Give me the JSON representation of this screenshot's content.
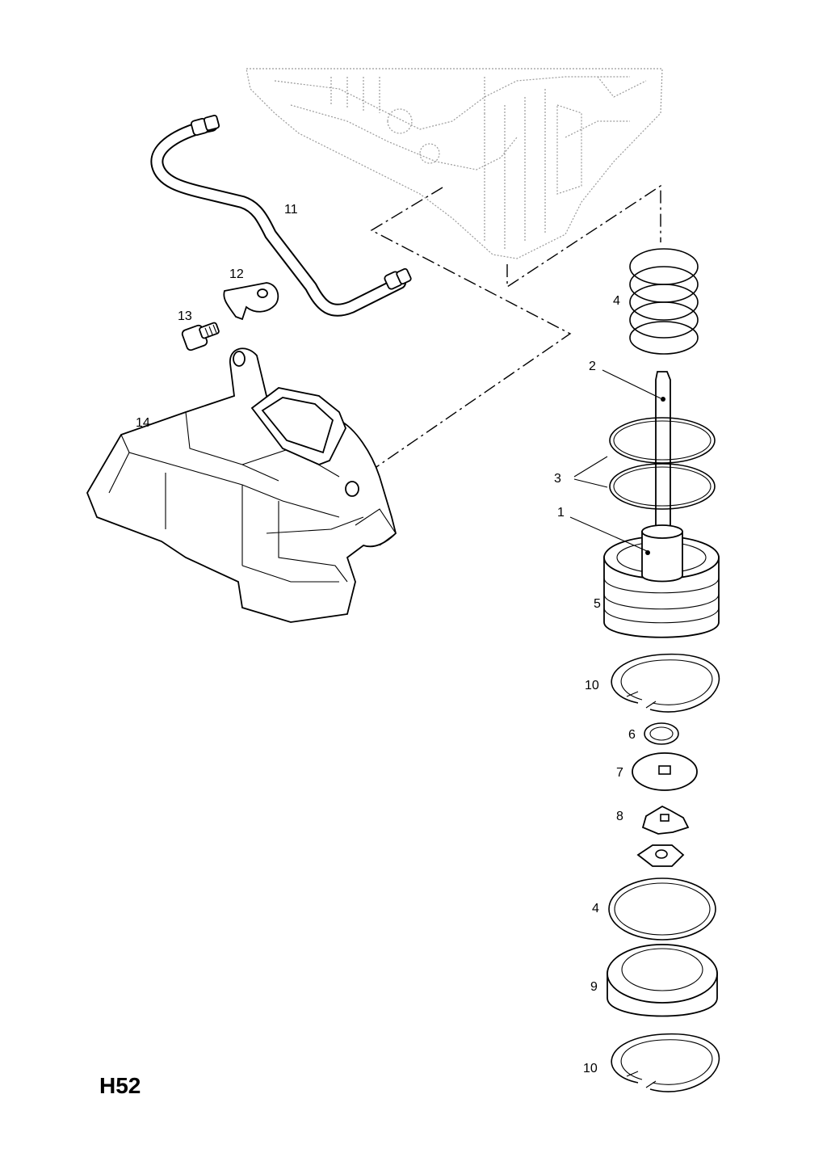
{
  "diagram_code": "H52",
  "callouts": {
    "c1": "1",
    "c2": "2",
    "c3": "3",
    "c4a": "4",
    "c4b": "4",
    "c5": "5",
    "c6": "6",
    "c7": "7",
    "c8": "8",
    "c9": "9",
    "c10a": "10",
    "c10b": "10",
    "c11": "11",
    "c12": "12",
    "c13": "13",
    "c14": "14"
  }
}
